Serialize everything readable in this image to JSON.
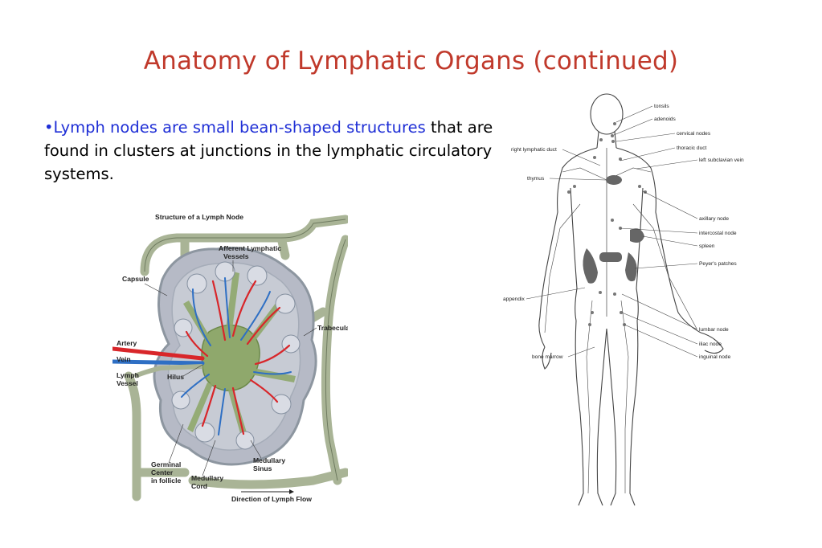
{
  "slide": {
    "title": "Anatomy of Lymphatic Organs (continued)",
    "bullet": {
      "marker": "•",
      "highlight": "Lymph nodes are small bean-shaped structures",
      "rest": " that are found in clusters at junctions in the lymphatic circulatory systems."
    }
  },
  "lymph_node_figure": {
    "heading": "Structure of a Lymph Node",
    "labels": {
      "afferent": "Afferent Lymphatic",
      "vessels": "Vessels",
      "capsule": "Capsule",
      "trabecula": "Trabecula",
      "artery": "Artery",
      "vein": "Vein",
      "lymph": "Lymph",
      "vessel": "Vessel",
      "hilus": "Hilus",
      "germinal": "Germinal",
      "center": "Center",
      "in_follicle": "in follicle",
      "medullary_cord_1": "Medullary",
      "medullary_cord_2": "Cord",
      "medullary_sinus_1": "Medullary",
      "medullary_sinus_2": "Sinus",
      "flow": "Direction of Lymph Flow"
    },
    "colors": {
      "artery": "#d8262a",
      "vein": "#2e6fc4",
      "tissue": "#b3b8c4",
      "capsule": "#9aa78c"
    }
  },
  "body_figure": {
    "labels": {
      "tonsils": "tonsils",
      "adenoids": "adenoids",
      "cervical": "cervical nodes",
      "right_duct": "right lymphatic duct",
      "thoracic": "thoracic duct",
      "subclavian": "left subclavian vein",
      "thymus": "thymus",
      "axillary": "axillary node",
      "intercostal": "intercostal node",
      "spleen": "spleen",
      "peyers": "Peyer's patches",
      "appendix": "appendix",
      "lumbar": "lumbar node",
      "iliac": "iliac node",
      "inguinal": "inguinal node",
      "marrow": "bone marrow"
    }
  }
}
